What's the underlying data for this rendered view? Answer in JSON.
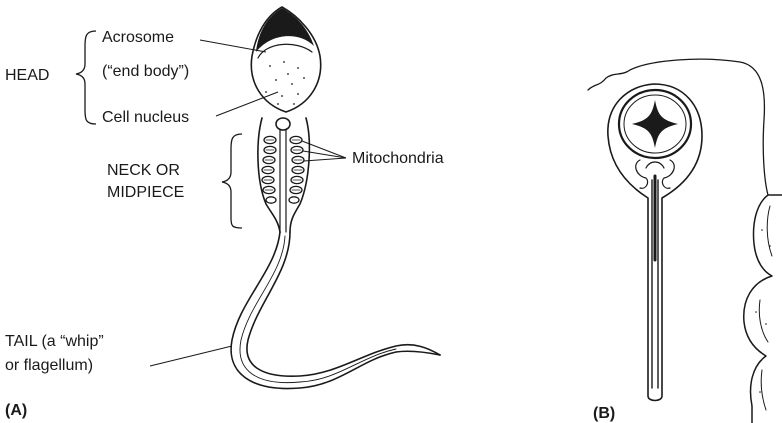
{
  "panel_a": {
    "tag": "(A)",
    "labels": {
      "head": "HEAD",
      "acrosome": "Acrosome",
      "end_body": "(“end body”)",
      "cell_nucleus": "Cell nucleus",
      "neck_line1": "NECK OR",
      "neck_line2": "MIDPIECE",
      "mitochondria": "Mitochondria",
      "tail_line1": "TAIL (a “whip”",
      "tail_line2": "or flagellum)"
    }
  },
  "panel_b": {
    "tag": "(B)"
  },
  "colors": {
    "ink": "#1a1a1a",
    "background": "#ffffff"
  }
}
